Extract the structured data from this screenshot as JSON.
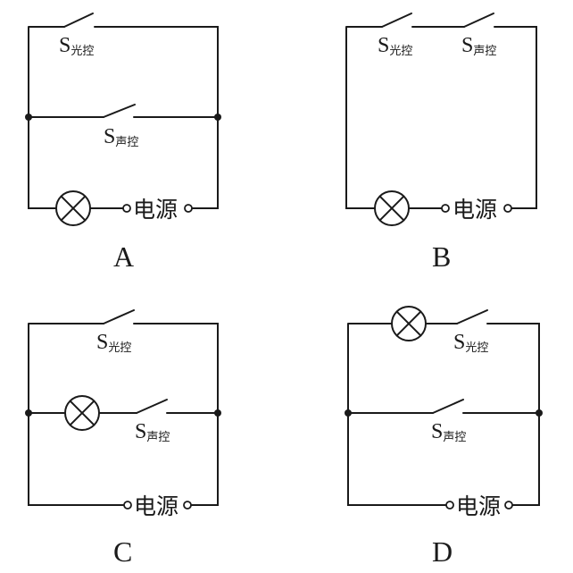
{
  "switch_symbol": "S",
  "light_switch_subscript": "光控",
  "sound_switch_subscript": "声控",
  "power_source_label": "电源",
  "captions": [
    "A",
    "B",
    "C",
    "D"
  ]
}
